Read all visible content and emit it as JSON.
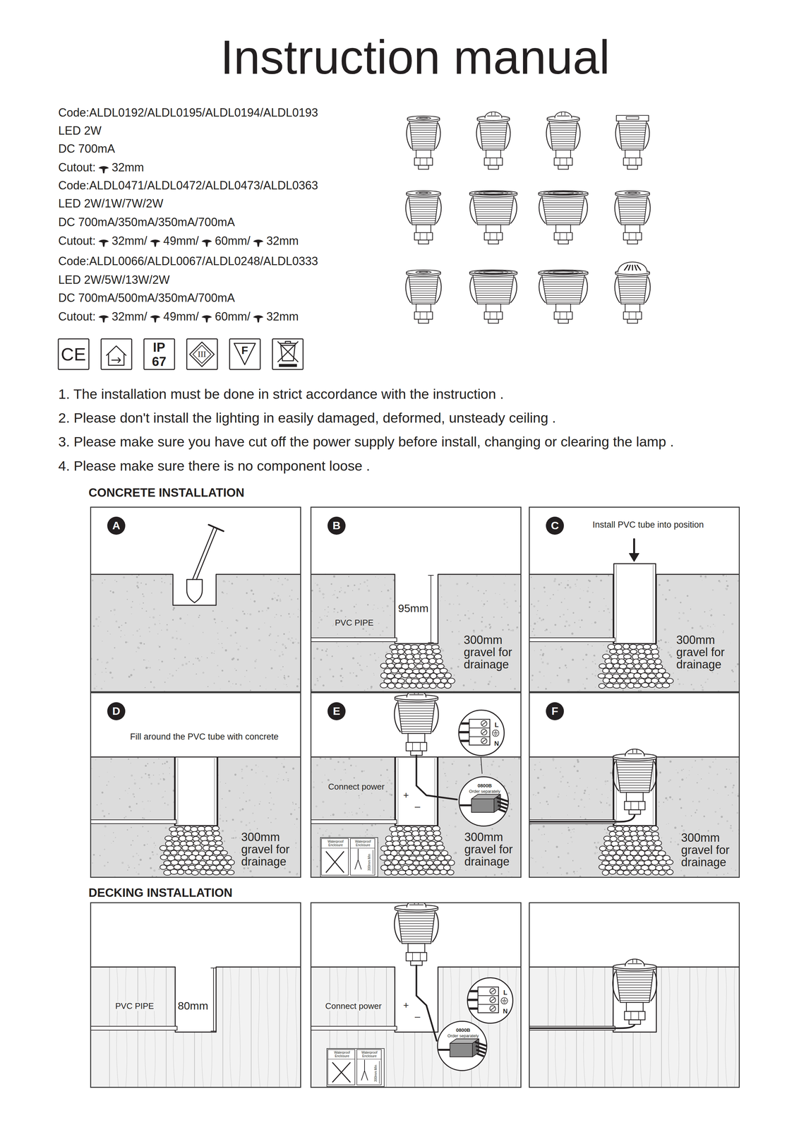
{
  "diagram": {
    "title": "Instruction manual",
    "nodes": [
      {
        "text": []
      },
      {
        "text": [
          "A"
        ],
        "in": 0
      },
      {
        "text": [
          "PVC PIPE",
          "95mm",
          "300mm gravel for drainage"
        ]
      },
      {
        "text": [
          "B"
        ],
        "in": 2
      },
      {
        "text": [
          "Install PVC tube into position",
          "300mm gravel for drainage"
        ]
      },
      {
        "text": [
          "C"
        ],
        "in": 4
      },
      {
        "text": [
          "Fill around the PVC tube with concrete",
          "300mm gravel for drainage"
        ]
      },
      {
        "text": [
          "D"
        ],
        "in": 6
      },
      {
        "text": [
          "Connect power",
          "+",
          "–",
          "300mm gravel for drainage"
        ]
      },
      {
        "text": [
          "E"
        ],
        "in": 8
      },
      {
        "text": [
          "L",
          "N"
        ],
        "in": 8
      },
      {
        "text": [
          "0800B",
          "Order separately"
        ],
        "in": 8
      },
      {
        "text": [
          "Waterproof Enclosure",
          "Waterproof Enclosure",
          "300mm Min"
        ],
        "in": 8
      },
      {
        "text": [
          "300mm gravel for drainage"
        ]
      },
      {
        "text": [
          "F"
        ],
        "in": 13
      },
      {
        "text": [
          "PVC PIPE",
          "80mm"
        ]
      },
      {
        "text": [
          "Connect power",
          "+",
          "–"
        ]
      },
      {
        "text": [
          "L",
          "N"
        ],
        "in": 16
      },
      {
        "text": [
          "0800B",
          "Order separately"
        ],
        "in": 16
      },
      {
        "text": [
          "Waterproof Enclosure",
          "Waterproof Enclosure",
          "300mm Min"
        ],
        "in": 16
      }
    ],
    "labels": [
      "Code:ALDL0192/ALDL0195/ALDL0194/ALDL0193",
      "LED 2W",
      "DC 700mA",
      "Cutout:",
      "32mm",
      "Code:ALDL0471/ALDL0472/ALDL0473/ALDL0363",
      "LED 2W/1W/7W/2W",
      "DC 700mA/350mA/350mA/700mA",
      "Cutout:",
      "32mm/",
      "49mm/",
      "60mm/",
      "32mm",
      "Code:ALDL0066/ALDL0067/ALDL0248/ALDL0333",
      "LED 2W/5W/13W/2W",
      "DC 700mA/500mA/350mA/700mA",
      "Cutout:",
      "32mm/",
      "49mm/",
      "60mm/",
      "32mm",
      "CE",
      "IP",
      "67",
      "III",
      "F",
      "1. The installation must be done in strict accordance with the instruction .",
      "2. Please don't install the lighting in easily damaged, deformed, unsteady ceiling .",
      "3. Please make sure you have cut off the power supply before install, changing or clearing the lamp .",
      "4. Please make sure there is no component loose .",
      "CONCRETE INSTALLATION",
      "DECKING INSTALLATION"
    ]
  }
}
